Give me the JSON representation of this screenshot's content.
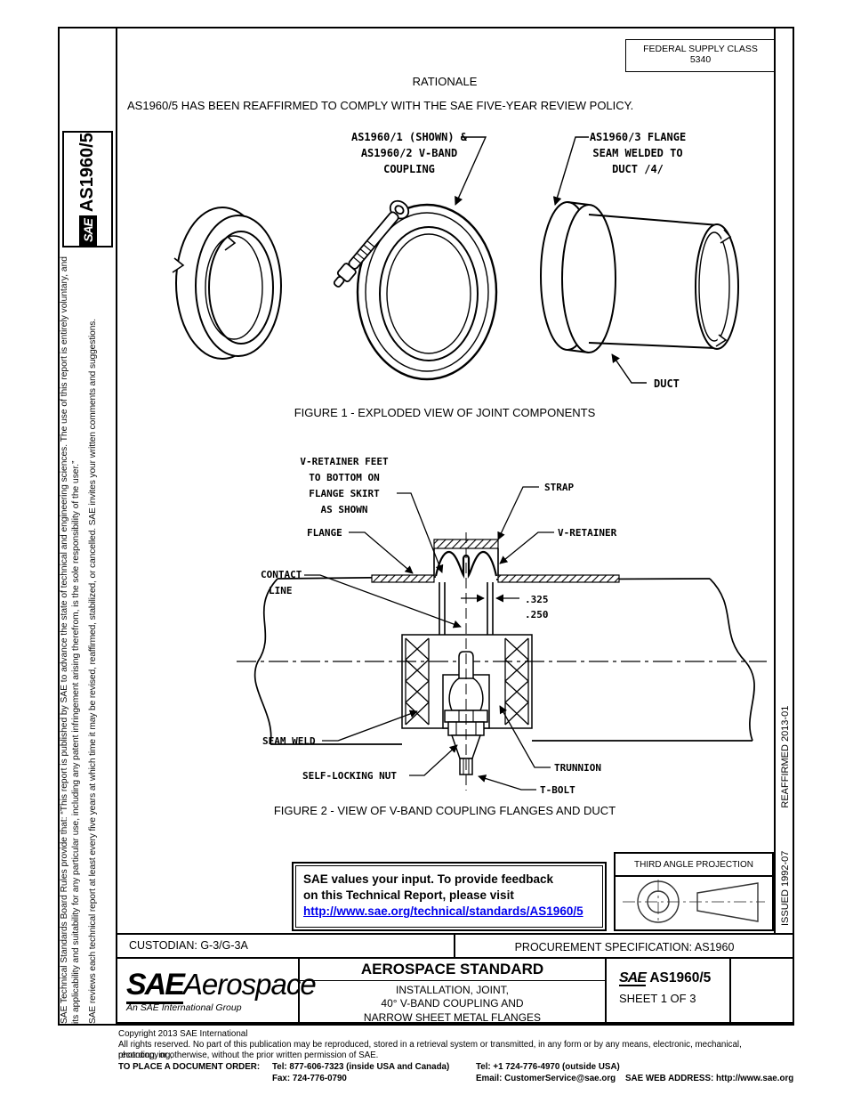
{
  "header": {
    "fsc_line1": "FEDERAL SUPPLY CLASS",
    "fsc_line2": "5340",
    "rationale_heading": "RATIONALE",
    "rationale_body": "AS1960/5 HAS BEEN REAFFIRMED TO COMPLY WITH THE SAE FIVE-YEAR REVIEW POLICY."
  },
  "sidebar": {
    "sae_logo": "SAE",
    "doc_id": "AS1960/5",
    "notice1": "SAE Technical Standards Board Rules provide that: “This report is published by SAE to advance the state of technical and engineering sciences. The use of this report is entirely voluntary, and its applicability and suitability for any particular use, including any patent infringement arising therefrom, is the sole responsibility of the user.”",
    "notice2": "SAE reviews each technical report at least every five years at which time it may be revised, reaffirmed, stabilized, or cancelled. SAE invites your written comments and suggestions."
  },
  "right_margin": {
    "issued": "ISSUED 1992-07",
    "reaffirmed": "REAFFIRMED 2013-01"
  },
  "figure1": {
    "caption": "FIGURE 1 - EXPLODED VIEW OF JOINT COMPONENTS",
    "labels": {
      "coupling": [
        "AS1960/1 (SHOWN) &",
        "AS1960/2 V-BAND",
        "COUPLING"
      ],
      "flange": [
        "AS1960/3 FLANGE",
        "SEAM WELDED TO",
        "DUCT /4/"
      ],
      "duct": "DUCT"
    }
  },
  "figure2": {
    "caption": "FIGURE 2 - VIEW OF V-BAND COUPLING FLANGES AND DUCT",
    "labels": {
      "v_retainer_feet": [
        "V-RETAINER FEET",
        "TO BOTTOM ON",
        "FLANGE SKIRT",
        "AS SHOWN"
      ],
      "strap": "STRAP",
      "flange": "FLANGE",
      "v_retainer": "V-RETAINER",
      "contact_line": [
        "CONTACT",
        "LINE"
      ],
      "dim_upper": ".325",
      "dim_lower": ".250",
      "seam_weld": "SEAM WELD",
      "self_locking_nut": "SELF-LOCKING NUT",
      "trunnion": "TRUNNION",
      "t_bolt": "T-BOLT"
    }
  },
  "feedback": {
    "line1": "SAE values your input. To provide feedback",
    "line2": "on this Technical Report, please visit",
    "link": "http://www.sae.org/technical/standards/AS1960/5"
  },
  "projection": {
    "title": "THIRD ANGLE PROJECTION"
  },
  "custodian_row": {
    "custodian": "CUSTODIAN: G-3/G-3A",
    "procurement": "PROCUREMENT SPECIFICATION: AS1960"
  },
  "title_block": {
    "logo_sae": "SAE",
    "logo_aerospace": "Aerospace",
    "logo_tagline": "An SAE International Group",
    "heading": "AEROSPACE STANDARD",
    "title_lines": [
      "INSTALLATION, JOINT,",
      "40° V-BAND COUPLING AND",
      "NARROW SHEET METAL FLANGES"
    ],
    "doc_logo": "SAE",
    "doc_number": "AS1960/5",
    "sheet": "SHEET 1 OF 3"
  },
  "footer": {
    "copyright": "Copyright 2013 SAE International",
    "rights1": "All rights reserved. No part of this publication may be reproduced, stored in a retrieval system or transmitted, in any form or by any means, electronic, mechanical, photocopying,",
    "rights2": "recording, or otherwise, without the prior written permission of SAE.",
    "order_label": "TO PLACE A DOCUMENT ORDER:",
    "tel_inside": "Tel: 877-606-7323 (inside USA and Canada)",
    "fax": "Fax: 724-776-0790",
    "tel_outside": "Tel: +1 724-776-4970 (outside USA)",
    "email": "Email: CustomerService@sae.org",
    "web": "SAE WEB ADDRESS: http://www.sae.org"
  },
  "colors": {
    "link": "#0000EE",
    "ink": "#000000"
  }
}
